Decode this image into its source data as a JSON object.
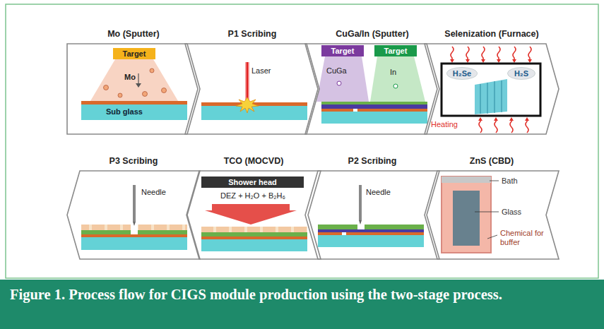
{
  "diagram": {
    "caption": "Figure 1. Process flow for CIGS module production using the two-stage process.",
    "nodes": [
      {
        "text": [
          "Mo (Sputter)"
        ]
      },
      {
        "text": [
          "Target"
        ],
        "in": 0
      },
      {
        "text": [
          "P1 Scribing"
        ]
      },
      {
        "text": [
          "CuGa/In (Sputter)"
        ]
      },
      {
        "text": [
          "Target"
        ],
        "in": 3
      },
      {
        "text": [
          "Target"
        ],
        "in": 3
      },
      {
        "text": [
          "Selenization (Furnace)"
        ]
      },
      {
        "text": [
          "H₂Se"
        ],
        "in": 6
      },
      {
        "text": [
          "H₂S"
        ],
        "in": 6
      },
      {
        "text": [
          "ZnS (CBD)"
        ]
      },
      {
        "text": [
          "P2 Scribing"
        ]
      },
      {
        "text": [
          "TCO (MOCVD)"
        ]
      },
      {
        "text": [
          "Shower head"
        ],
        "in": 11
      },
      {
        "text": [
          "P3 Scribing"
        ]
      }
    ],
    "labels": [
      "Mo",
      "Sub glass",
      "Laser",
      "CuGa",
      "In",
      "Heating",
      "Bath",
      "Glass",
      "Chemical for buffer",
      "Needle",
      "DEZ + H₂O + B₂H₆",
      "Needle"
    ]
  }
}
